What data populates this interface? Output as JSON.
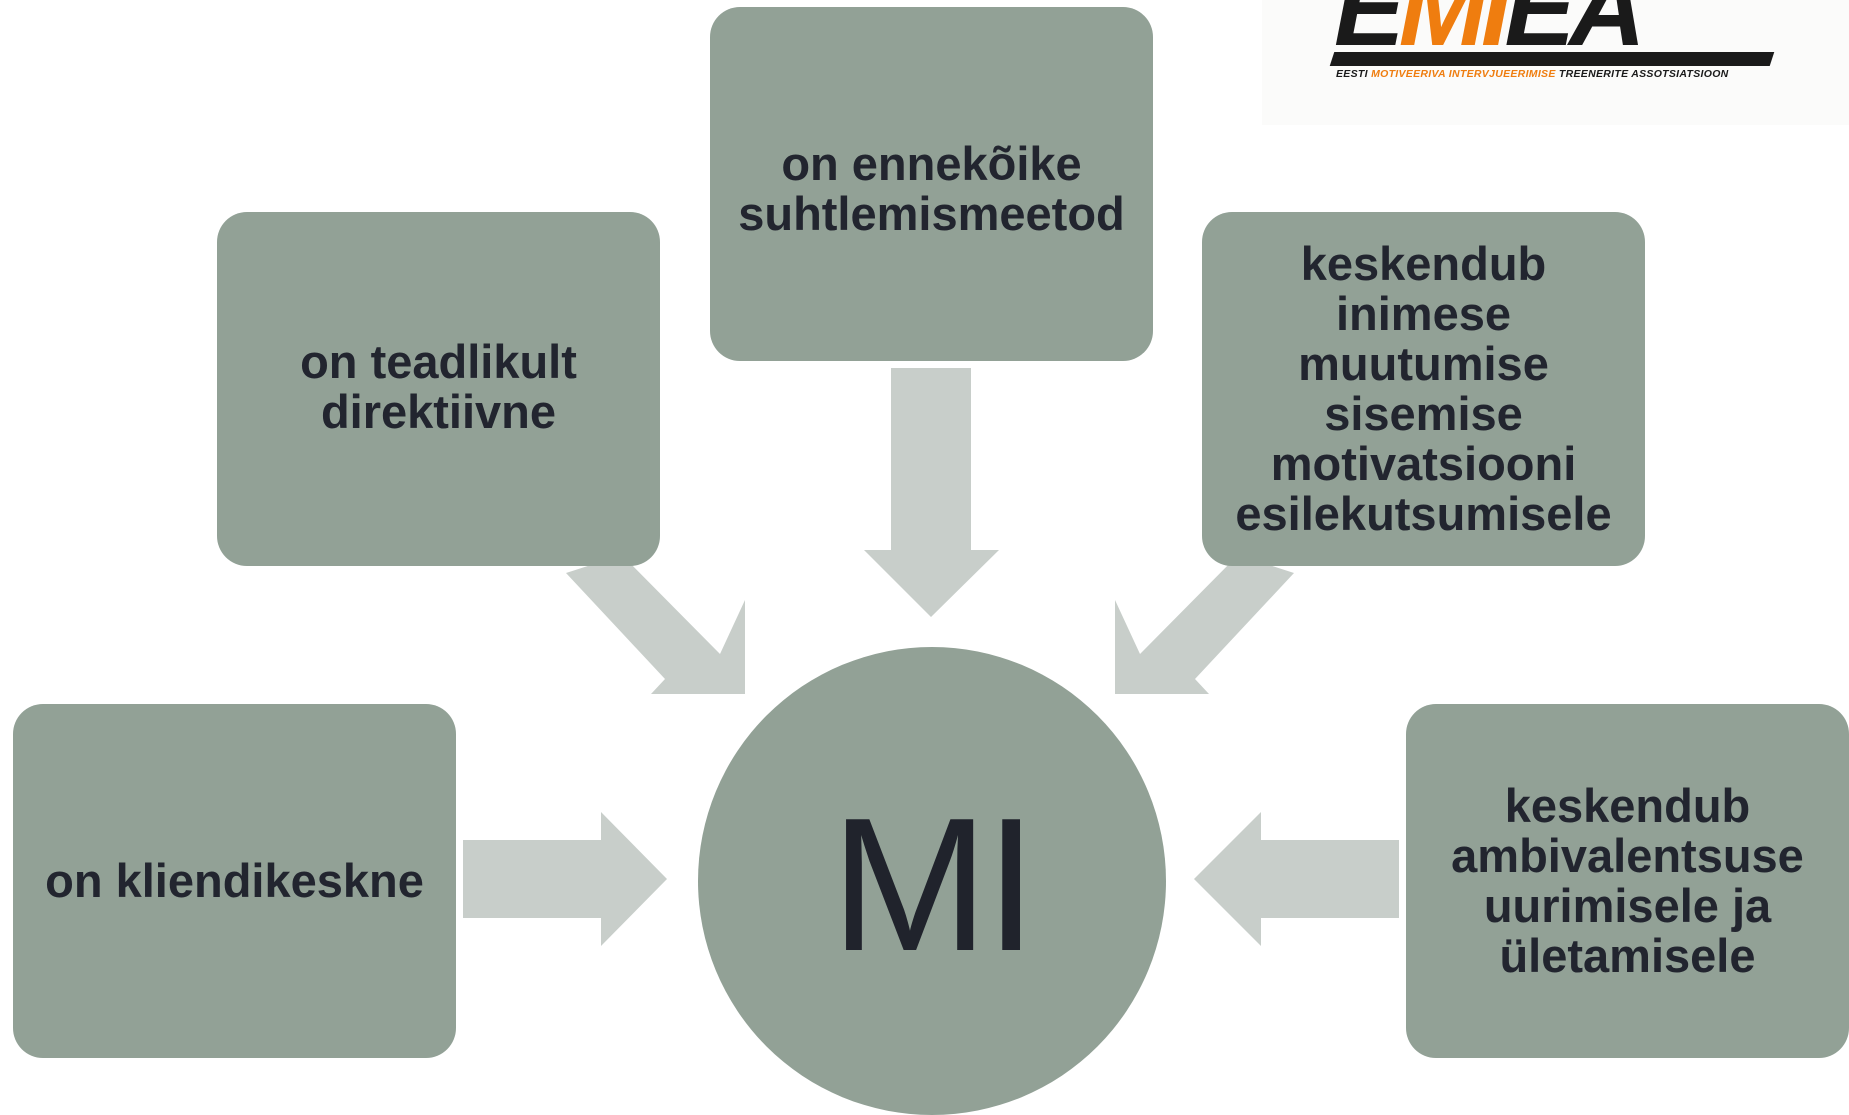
{
  "logo": {
    "mark_parts": [
      {
        "text": "E",
        "color": "dark"
      },
      {
        "text": "MI",
        "color": "orange"
      },
      {
        "text": "EA",
        "color": "dark"
      }
    ],
    "tagline_parts": [
      {
        "text": "EESTI ",
        "color": "dark"
      },
      {
        "text": "MOTIVEERIVA INTERVJUEERIMISE ",
        "color": "orange"
      },
      {
        "text": "TREENERITE ASSOTSIATSIOON",
        "color": "dark"
      }
    ]
  },
  "center": {
    "label": "MI"
  },
  "boxes": {
    "top": {
      "lines": [
        "on ennekõike",
        "suhtlemismeetod"
      ]
    },
    "upper_left": {
      "lines": [
        "on teadlikult",
        "direktiivne"
      ]
    },
    "upper_right": {
      "lines": [
        "keskendub",
        "inimese",
        "muutumise",
        "sisemise",
        "motivatsiooni",
        "esilekutsumisele"
      ]
    },
    "left": {
      "lines": [
        "on kliendikeskne"
      ]
    },
    "right": {
      "lines": [
        "keskendub",
        "ambivalentsuse",
        "uurimisele ja",
        "ületamisele"
      ]
    }
  },
  "colors": {
    "box_fill": "#92a196",
    "arrow_fill": "#c8ceca",
    "text": "#22252f",
    "logo_orange": "#ef7d0f",
    "logo_dark": "#1a1a1a"
  }
}
